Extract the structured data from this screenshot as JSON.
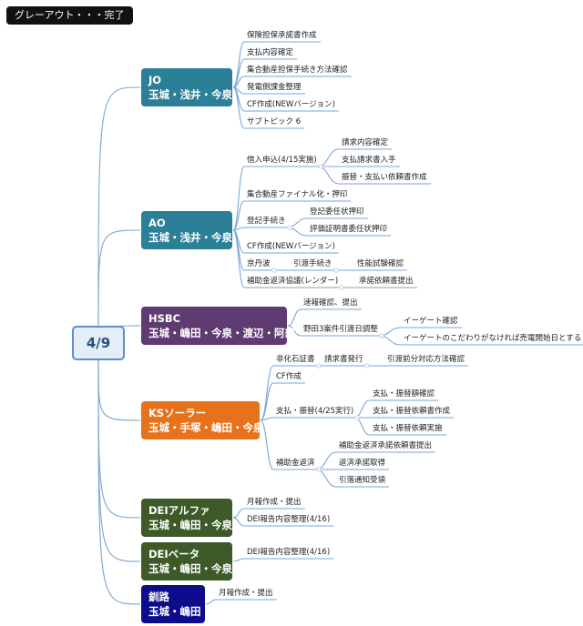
{
  "legend": "グレーアウト・・・完了",
  "central": "4/9",
  "colors": {
    "jo": "#2b7f96",
    "ao": "#2b7f96",
    "hsbc": "#5f3b71",
    "ks": "#e6731c",
    "dei_alpha": "#3e5a28",
    "dei_beta": "#3e5a28",
    "kushiro": "#0d0d8c",
    "link": "#7aa6d6"
  },
  "branches": {
    "jo": {
      "name": "JO",
      "members": "玉城・浅井・今泉"
    },
    "ao": {
      "name": "AO",
      "members": "玉城・浅井・今泉"
    },
    "hsbc": {
      "name": "HSBC",
      "members": "玉城・嶋田・今泉・渡辺・阿部"
    },
    "ks": {
      "name": "KSソーラー",
      "members": "玉城・手塚・嶋田・今泉"
    },
    "dei_alpha": {
      "name": "DEIアルファ",
      "members": "玉城・嶋田・今泉"
    },
    "dei_beta": {
      "name": "DEIベータ",
      "members": "玉城・嶋田・今泉"
    },
    "kushiro": {
      "name": "釧路",
      "members": "玉城・嶋田"
    }
  },
  "topics": {
    "jo": [
      "保険担保承諾書作成",
      "支払内容確定",
      "集合動産担保手続き方法確認",
      "発電側課金整理",
      "CF作成(NEWバージョン)",
      "サブトピック 6"
    ],
    "ao": {
      "borrow": "借入申込(4/15実施)",
      "borrow_sub": [
        "請求内容確定",
        "支払請求書入手",
        "振替・支払い依頼書作成"
      ],
      "final": "集合動産ファイナル化・押印",
      "reg": "登記手続き",
      "reg_sub": [
        "登記委任状押印",
        "評価証明書委任状押印"
      ],
      "cf": "CF作成(NEWバージョン)",
      "kyotanba": "京丹波",
      "kyotanba_mid": "引渡手続き",
      "kyotanba_sub": "性能試験確認",
      "repay": "補助金返済協議(レンダー)",
      "repay_sub": "承諾依頼書提出"
    },
    "hsbc": {
      "report": "速報確認、提出",
      "noda": "野田3案件引渡日調整",
      "noda_sub": [
        "イーゲート確認",
        "イーゲートのこだわりがなければ売電開始日とする"
      ]
    },
    "ks": {
      "cert": "非化石証書",
      "cert_mid": "請求書発行",
      "cert_sub": "引渡前分対応方法確認",
      "cf": "CF作成",
      "pay": "支払・振替(4/25実行)",
      "pay_sub": [
        "支払・振替額確認",
        "支払・振替依頼書作成",
        "支払・振替依頼実施"
      ],
      "repay": "補助金返済",
      "repay_sub": [
        "補助金返済承諾依頼書提出",
        "返済承諾取得",
        "引落通知受領"
      ]
    },
    "dei_alpha": [
      "月報作成・提出",
      "DEI報告内容整理(4/16)"
    ],
    "dei_beta": [
      "DEI報告内容整理(4/16)"
    ],
    "kushiro": [
      "月報作成・提出"
    ]
  }
}
